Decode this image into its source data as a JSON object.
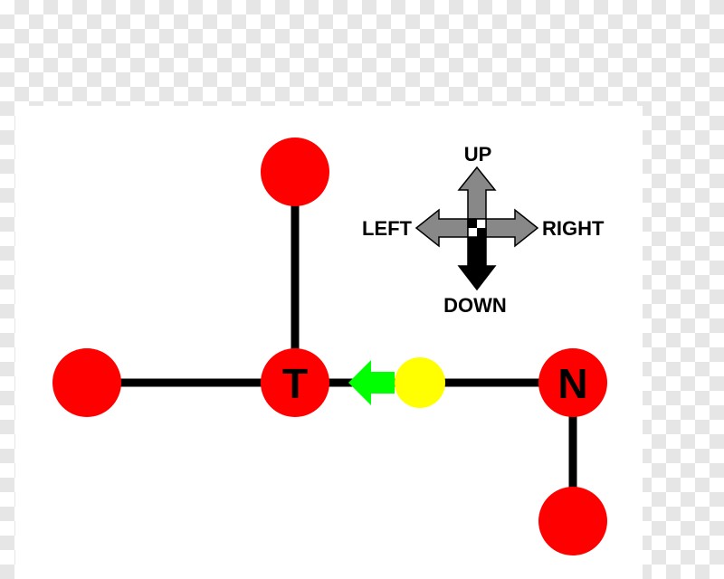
{
  "diagram": {
    "nodes": [
      {
        "id": "top",
        "label": "",
        "color": "#ff0000"
      },
      {
        "id": "left",
        "label": "",
        "color": "#ff0000"
      },
      {
        "id": "t-node",
        "label": "T",
        "color": "#ff0000"
      },
      {
        "id": "current",
        "label": "",
        "color": "#ffff00"
      },
      {
        "id": "n-node",
        "label": "N",
        "color": "#ff0000"
      },
      {
        "id": "bottom",
        "label": "",
        "color": "#ff0000"
      }
    ],
    "edge_color": "#000000",
    "move_arrow": {
      "direction": "left",
      "color": "#00ff00"
    }
  },
  "direction_key": {
    "up": "UP",
    "down": "DOWN",
    "left": "LEFT",
    "right": "RIGHT",
    "inactive_color": "#888888",
    "active_color": "#000000",
    "active": "down"
  }
}
